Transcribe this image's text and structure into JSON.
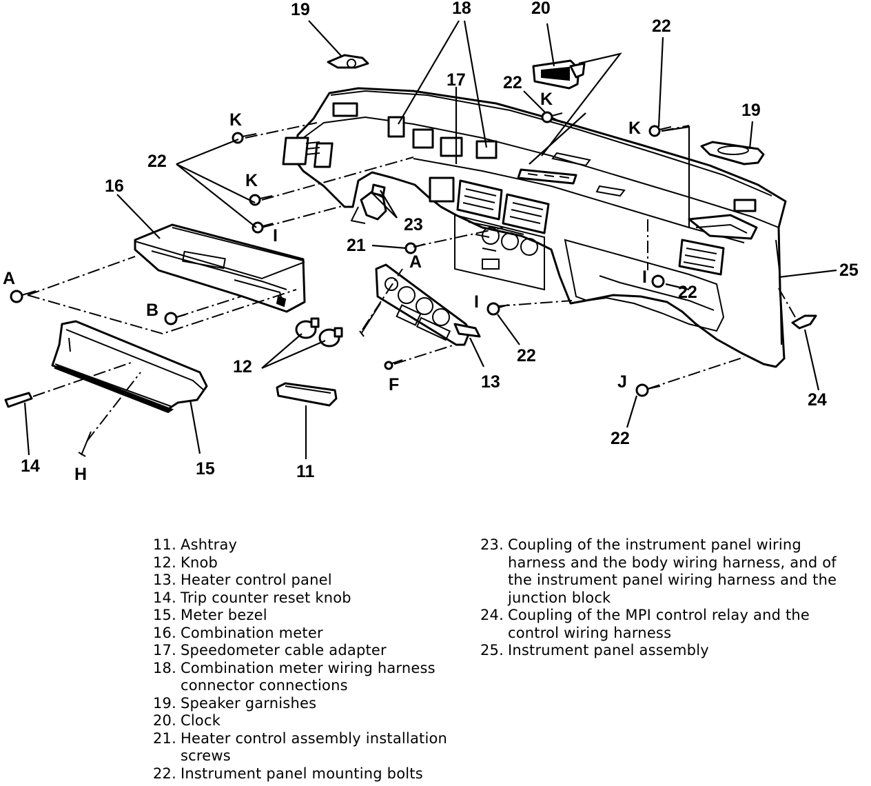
{
  "callouts": {
    "c19a": "19",
    "c18": "18",
    "c20": "20",
    "c22a": "22",
    "c17": "17",
    "c22b": "22",
    "cKa": "K",
    "cKb": "K",
    "c19b": "19",
    "cKc": "K",
    "c22c": "22",
    "cKd": "K",
    "c16": "16",
    "cI1": "I",
    "c23": "23",
    "c21": "21",
    "cA1": "A",
    "cA2": "A",
    "cB": "B",
    "cI2": "I",
    "c22d": "22",
    "cI3": "I",
    "c25": "25",
    "c22e": "22",
    "c12": "12",
    "cF": "F",
    "c13": "13",
    "cJ": "J",
    "c24": "24",
    "c22f": "22",
    "c14": "14",
    "cH": "H",
    "c15": "15",
    "c11": "11"
  },
  "legend_left": [
    {
      "num": "11.",
      "text": "Ashtray"
    },
    {
      "num": "12.",
      "text": "Knob"
    },
    {
      "num": "13.",
      "text": "Heater control panel"
    },
    {
      "num": "14.",
      "text": "Trip counter reset knob"
    },
    {
      "num": "15.",
      "text": "Meter bezel"
    },
    {
      "num": "16.",
      "text": "Combination meter"
    },
    {
      "num": "17.",
      "text": "Speedometer cable adapter"
    },
    {
      "num": "18.",
      "text": "Combination meter wiring harness connector connections"
    },
    {
      "num": "19.",
      "text": "Speaker garnishes"
    },
    {
      "num": "20.",
      "text": "Clock"
    },
    {
      "num": "21.",
      "text": "Heater control assembly installation screws"
    },
    {
      "num": "22.",
      "text": "Instrument panel mounting bolts"
    }
  ],
  "legend_right": [
    {
      "num": "23.",
      "text": "Coupling of the instrument panel wiring harness and the body wiring harness, and of the instrument panel wiring harness and the junction block"
    },
    {
      "num": "24.",
      "text": "Coupling of the MPI control relay and the control wiring harness"
    },
    {
      "num": "25.",
      "text": "Instrument panel assembly"
    }
  ]
}
